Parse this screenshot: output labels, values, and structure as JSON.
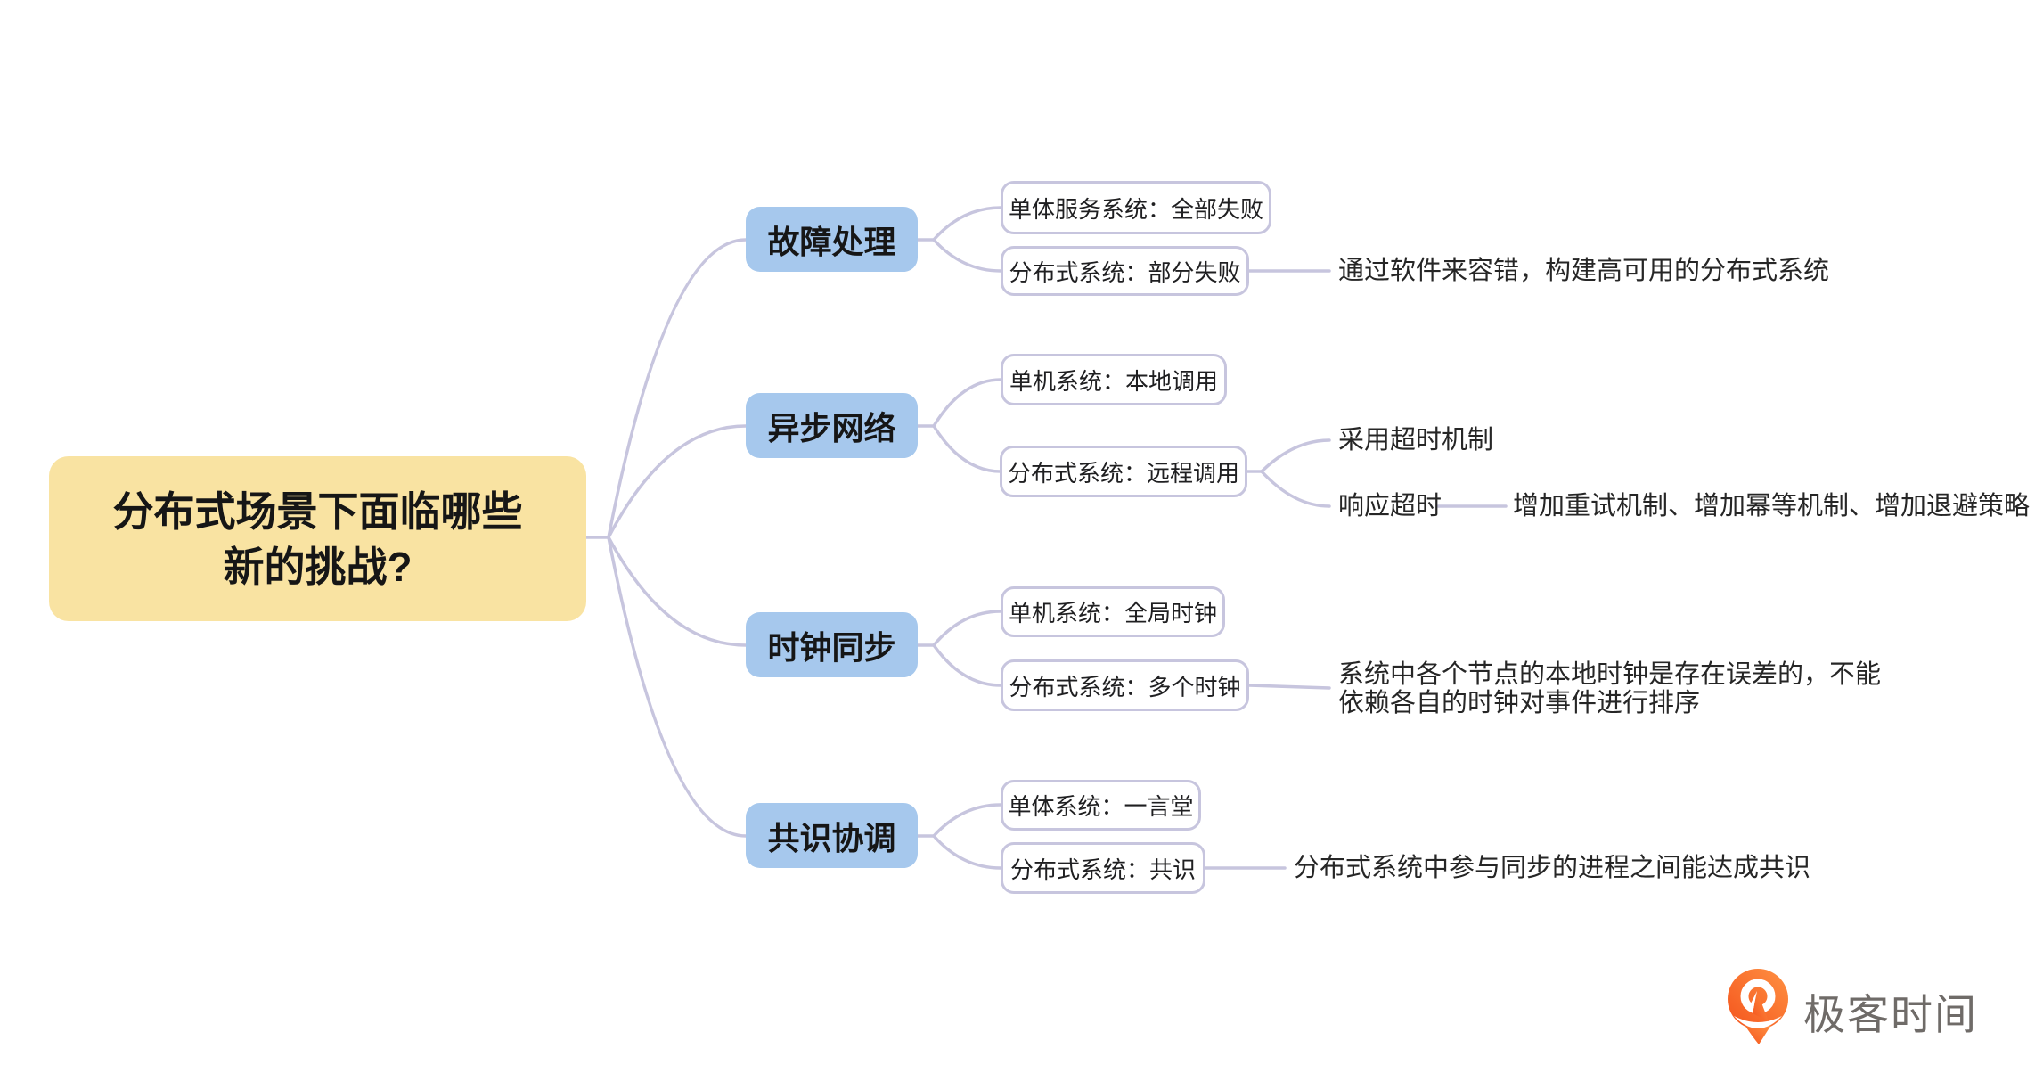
{
  "title_node": {
    "line1": "分布式场景下面临哪些",
    "line2": "新的挑战?"
  },
  "branches": [
    {
      "label": "故障处理",
      "children": [
        {
          "label": "单体服务系统：全部失败"
        },
        {
          "label": "分布式系统：部分失败",
          "note": "通过软件来容错，构建高可用的分布式系统"
        }
      ]
    },
    {
      "label": "异步网络",
      "children": [
        {
          "label": "单机系统：本地调用"
        },
        {
          "label": "分布式系统：远程调用",
          "notes": {
            "timeout": "采用超时机制",
            "response_timeout": "响应超时",
            "strategies": "增加重试机制、增加幂等机制、增加退避策略"
          }
        }
      ]
    },
    {
      "label": "时钟同步",
      "children": [
        {
          "label": "单机系统：全局时钟"
        },
        {
          "label": "分布式系统：多个时钟",
          "note_line1": "系统中各个节点的本地时钟是存在误差的，不能",
          "note_line2": "依赖各自的时钟对事件进行排序"
        }
      ]
    },
    {
      "label": "共识协调",
      "children": [
        {
          "label": "单体系统：一言堂"
        },
        {
          "label": "分布式系统：共识",
          "note": "分布式系统中参与同步的进程之间能达成共识"
        }
      ]
    }
  ],
  "logo": {
    "text": "极客时间"
  },
  "colors": {
    "root_fill": "#f9e3a2",
    "branch_fill": "#a6c8ed",
    "connector": "#c7c5de",
    "node_text": "#161616",
    "note_text": "#262626",
    "logo_orange_dark": "#f4541d",
    "logo_orange_light": "#ff9142",
    "logo_text_gray": "#6f6b68"
  }
}
